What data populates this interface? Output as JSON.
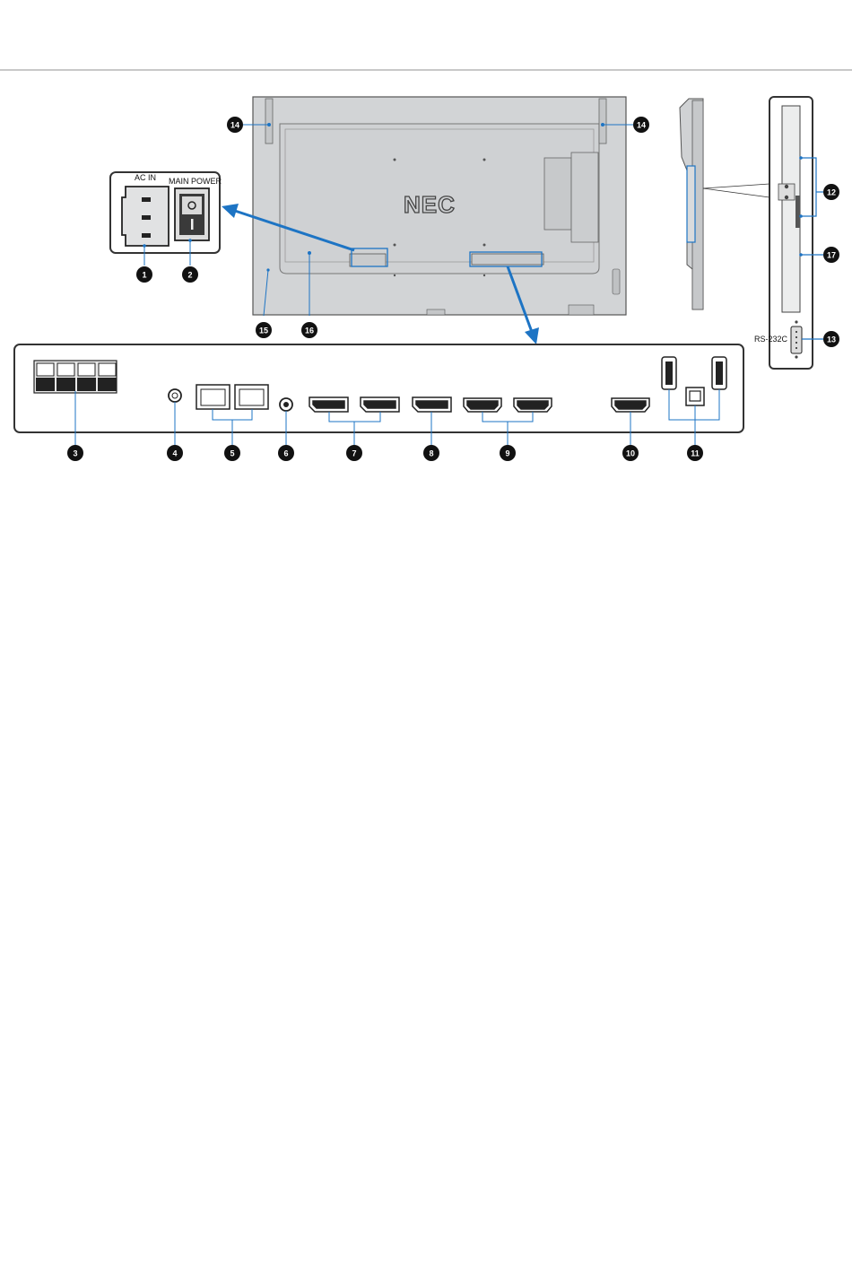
{
  "colors": {
    "accent_blue": "#1d74c4",
    "callout_black": "#111111",
    "panel_gray": "#d2d4d6",
    "rule_gray": "#b5b5b5"
  },
  "labels": {
    "ac_in": "AC IN",
    "main_power": "MAIN POWER",
    "brand": "NEC",
    "rs232c": "RS-232C"
  },
  "callouts": {
    "c1": "1",
    "c2": "2",
    "c3": "3",
    "c4": "4",
    "c5": "5",
    "c6": "6",
    "c7": "7",
    "c8": "8",
    "c9": "9",
    "c10": "10",
    "c11": "11",
    "c12": "12",
    "c13": "13",
    "c14a": "14",
    "c14b": "14",
    "c15": "15",
    "c16": "16",
    "c17": "17"
  }
}
